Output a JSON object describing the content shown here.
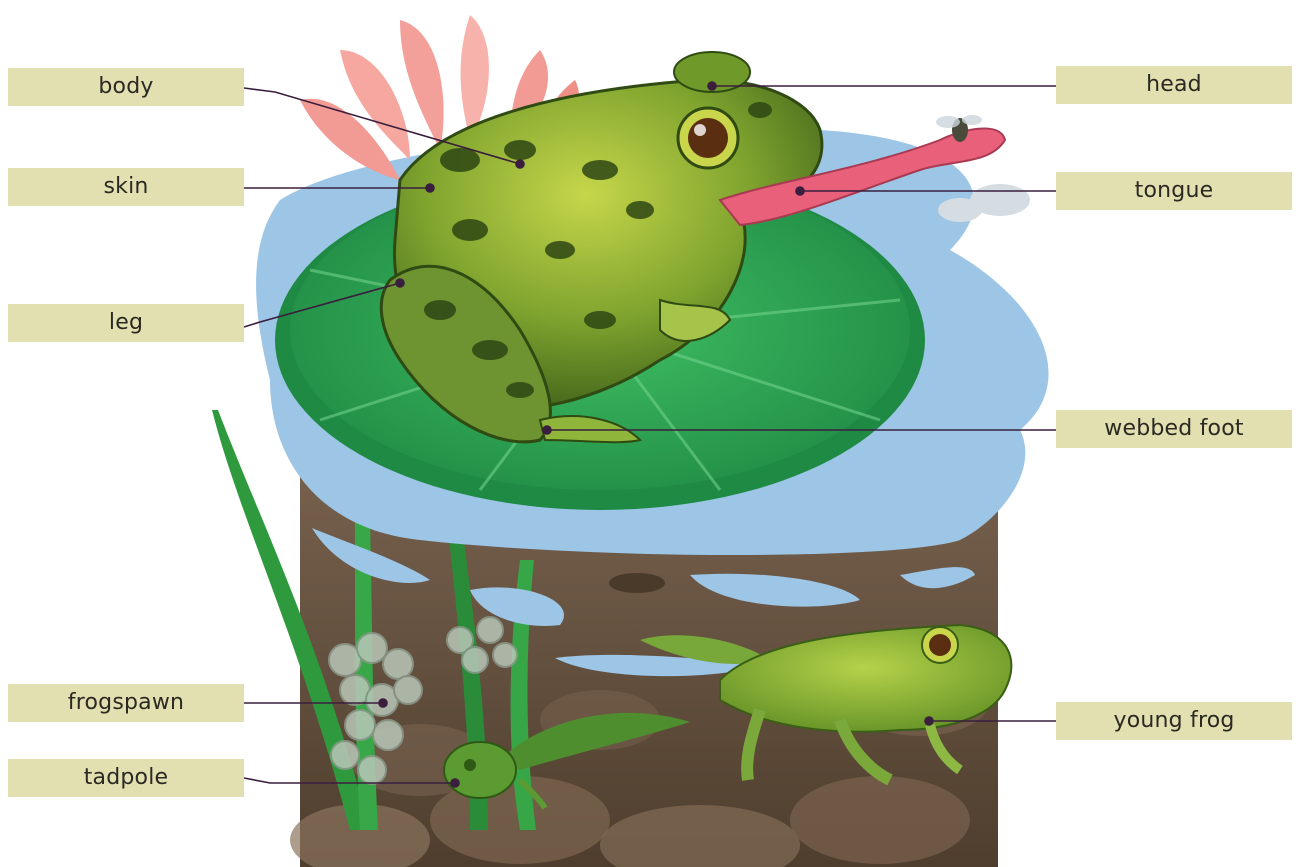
{
  "colors": {
    "label_bg": "#e2dfb0",
    "leader": "#3a1e3e",
    "water": "#9cc5e6",
    "lily_pad": "#2fa957",
    "mud": "#6b5540",
    "frog_green": "#6f9a2a",
    "flower": "#f4a09a",
    "tongue": "#e8607a"
  },
  "labels": {
    "body": "body",
    "skin": "skin",
    "leg": "leg",
    "frogspawn": "frogspawn",
    "tadpole": "tadpole",
    "head": "head",
    "tongue": "tongue",
    "webbed_foot": "webbed foot",
    "young_frog": "young frog"
  }
}
